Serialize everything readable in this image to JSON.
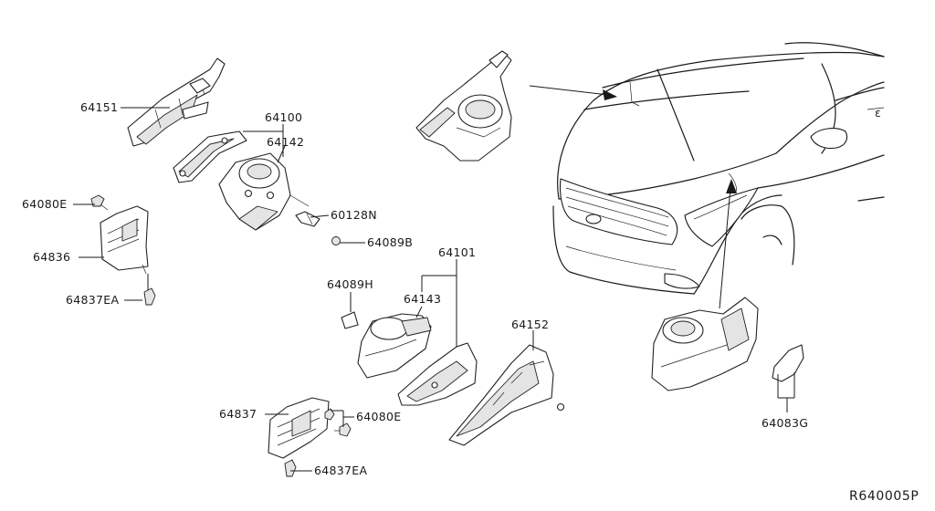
{
  "reference_code": "R640005P",
  "callouts": {
    "p64151": "64151",
    "p64100": "64100",
    "p64142": "64142",
    "p64080E_top": "64080E",
    "p60128N": "60128N",
    "p64089B": "64089B",
    "p64836": "64836",
    "p64837EA_top": "64837EA",
    "p64101": "64101",
    "p64089H": "64089H",
    "p64143": "64143",
    "p64152": "64152",
    "p64837": "64837",
    "p64080E_bottom": "64080E",
    "p64837EA_bottom": "64837EA",
    "p64083G": "64083G"
  }
}
